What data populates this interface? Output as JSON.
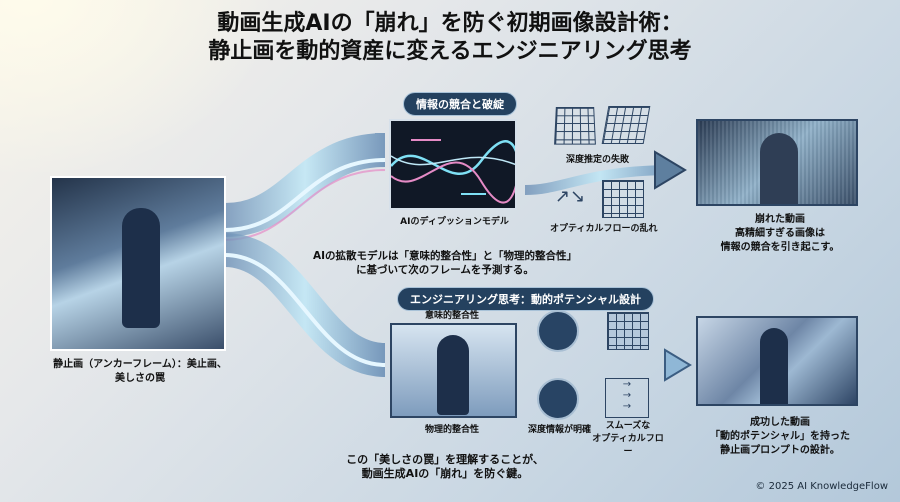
{
  "title": {
    "line1": "動画生成AIの「崩れ」を防ぐ初期画像設計術：",
    "line2": "静止画を動的資産に変えるエンジニアリング思考"
  },
  "anchor_frame": {
    "caption_line1": "静止画（アンカーフレーム）：美止画、",
    "caption_line2": "美しさの罠"
  },
  "top_section": {
    "pill": "情報の競合と破綻",
    "model_label": "AIのディプッションモデル",
    "depth_failure_label": "深度推定の失敗",
    "optical_flow_label": "オプティカルフローの乱れ",
    "result_caption_line1": "崩れた動画",
    "result_caption_line2": "高精細すぎる画像は",
    "result_caption_line3": "情報の競合を引き起こす。"
  },
  "middle_note": {
    "line1": "AIの拡散モデルは「意味的整合性」と「物理的整合性」",
    "line2": "に基づいて次のフレームを予測する。"
  },
  "bottom_section": {
    "pill": "エンジニアリング思考：動的ポテンシャル設計",
    "semantic_label": "意味的整合性",
    "physical_label": "物理的整合性",
    "depth_clear_label": "深度情報が明確",
    "smooth_flow_line1": "スムーズな",
    "smooth_flow_line2": "オプティカルフロー",
    "result_caption_line1": "成功した動画",
    "result_caption_line2": "「動的ポテンシャル」を持った",
    "result_caption_line3": "静止画プロンプトの設計。"
  },
  "conclusion": {
    "line1": "この「美しさの罠」を理解することが、",
    "line2": "動画生成AIの「崩れ」を防ぐ鍵。"
  },
  "footer": {
    "copyright": "© 2025 AI KnowledgeFlow"
  },
  "colors": {
    "pill_bg": "#24415f",
    "frame_border": "#2d4563",
    "stream_light": "#8fd3f0",
    "accent_pink": "#e58bc6"
  }
}
